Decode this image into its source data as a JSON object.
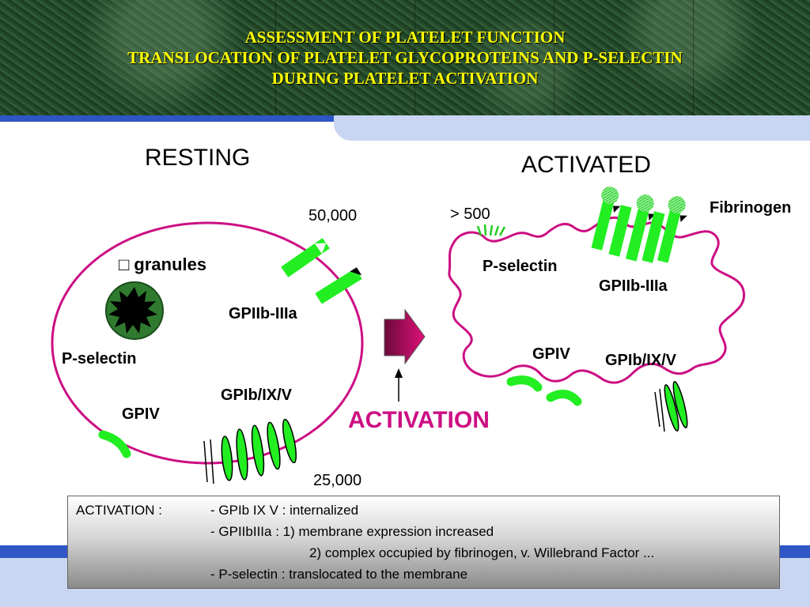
{
  "title": {
    "line1": "ASSESSMENT OF PLATELET FUNCTION",
    "line2": "TRANSLOCATION OF PLATELET GLYCOPROTEINS AND P-SELECTIN",
    "line3": "DURING PLATELET ACTIVATION"
  },
  "resting": {
    "heading": "RESTING",
    "granules": "□ granules",
    "p_selectin": "P-selectin",
    "gpiib_iiia": "GPIIb-IIIa",
    "count_gpiib": "50,000",
    "gpib": "GPIb/IX/V",
    "gpiv": "GPIV",
    "count_gpib": "25,000"
  },
  "activation": {
    "label": "ACTIVATION"
  },
  "activated": {
    "heading": "ACTIVATED",
    "count_pselectin": "> 500",
    "fibrinogen": "Fibrinogen",
    "p_selectin": "P-selectin",
    "gpiib_iiia": "GPIIb-IIIa",
    "gpiv": "GPIV",
    "gpib": "GPIb/IX/V"
  },
  "info": {
    "lead": "ACTIVATION :",
    "line1": "- GPIb IX V : internalized",
    "line2": "- GPIIbIIIa : 1) membrane expression increased",
    "line3": "2) complex occupied by fibrinogen, v. Willebrand Factor ...",
    "line4": "- P-selectin : translocated to the membrane"
  },
  "colors": {
    "title": "#ffff00",
    "membrane": "#cc0f83",
    "receptor": "#22ee22",
    "activation_text": "#cc0f83",
    "blue_band": "#2e56c4"
  }
}
